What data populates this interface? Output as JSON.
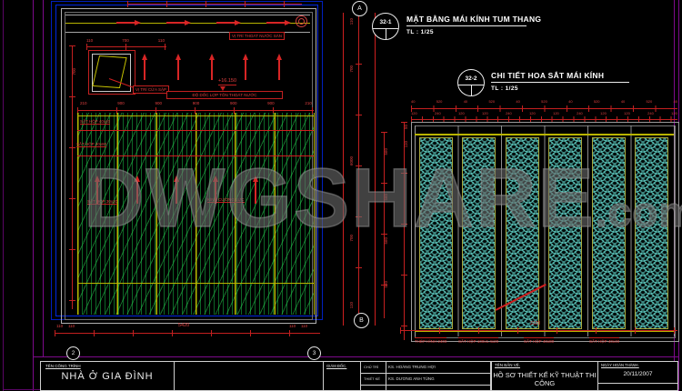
{
  "watermark": {
    "text": "DWGSHARE",
    "suffix": ".com"
  },
  "callouts": [
    {
      "id": "32-1",
      "title": "MẶT BẰNG MÁI KÍNH TUM THANG",
      "scale": "TL :  1/25"
    },
    {
      "id": "32-2",
      "title": "CHI TIẾT HOA SẮT MÁI KÍNH",
      "scale": "TL :  1/25"
    }
  ],
  "grid_bubbles": {
    "top": "A",
    "bottom": "B",
    "left": "2",
    "right": "3"
  },
  "left_drawing": {
    "labels": {
      "drain": "VỊ TRÍ THOÁT NƯỚC SÀN",
      "hatch_door": "VỊ TRÍ CỬA SẬP",
      "slope": "ĐỘ DỐC LỢP TÔN THOÁT NƯỚC",
      "level": "+16.150",
      "steel_1": "SẮT HỘP 40x40",
      "steel_2": "SẮT HỘP 40x80",
      "steel_3": "SẮT HỘP 30x30",
      "glass": "KÍNH CƯỜNG LỰC"
    },
    "hatch_dims": [
      "110",
      "700",
      "110"
    ],
    "left_dims": [
      "700"
    ],
    "top_dims": [
      "210",
      "900",
      "900",
      "900",
      "900",
      "900",
      "210"
    ],
    "bottom_dims_left": [
      "110",
      "110"
    ],
    "bottom_dim_center": "5420",
    "bottom_dims_right": [
      "110",
      "110"
    ],
    "side_dims": [
      "110",
      "700",
      "6000",
      "700",
      "110"
    ]
  },
  "right_drawing": {
    "top_dims_row1": [
      "40",
      "520",
      "40",
      "520",
      "40",
      "520",
      "40",
      "520",
      "40",
      "520",
      "40"
    ],
    "top_dims_row2": [
      "120",
      "240",
      "120",
      "120",
      "240",
      "120",
      "120",
      "240",
      "120",
      "120",
      "240",
      "120"
    ],
    "left_dims": [
      "50",
      "110"
    ],
    "row_dims": [
      "560",
      "560",
      "560",
      "560"
    ],
    "bottom_dim": "3120",
    "bottom_labels": [
      "THÉP HÌNH 2400",
      "SẮT HỘP 100x1.4x20",
      "SẮT HỘP 40x80",
      "SẮT HỘP 40x40"
    ]
  },
  "title_block": {
    "project_label": "TÊN CÔNG TRÌNH",
    "project_name": "NHÀ Ở GIA ĐÌNH",
    "director_label": "GIÁM ĐỐC.",
    "rows": [
      {
        "role": "CHỦ TRÌ",
        "name": "KS. HOÀNG TRUNG HỢI"
      },
      {
        "role": "THIẾT KẾ",
        "name": "KS. DƯƠNG ANH TÙNG"
      }
    ],
    "sheet_label": "TÊN BẢN VẼ.",
    "sheet_name": "HỒ SƠ THIẾT KẾ KỸ THUẬT THI CÔNG",
    "date_label": "NGÀY HOÀN THÀNH.",
    "date": "20/11/2007"
  }
}
